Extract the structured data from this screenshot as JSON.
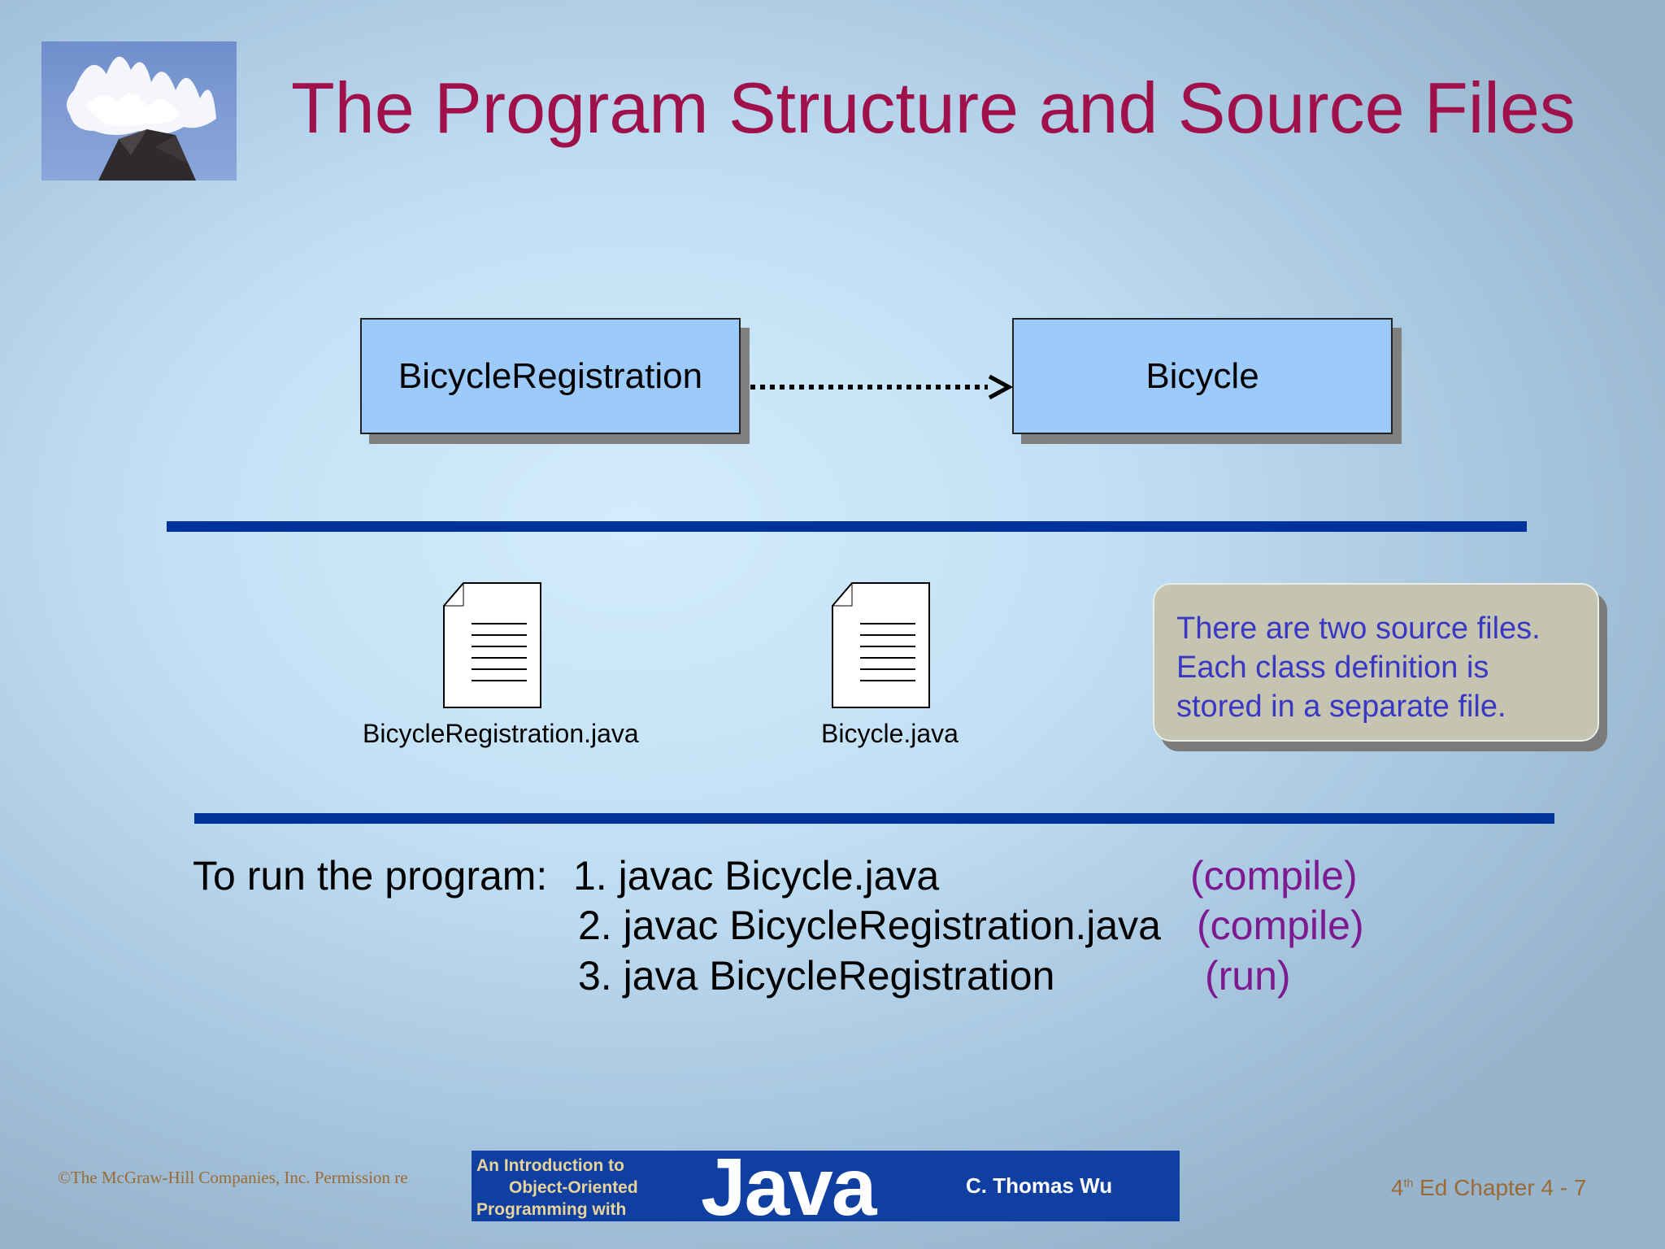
{
  "slide": {
    "title": "The Program Structure and Source Files"
  },
  "diagram": {
    "class_left": "BicycleRegistration",
    "class_right": "Bicycle"
  },
  "files": [
    {
      "label": "BicycleRegistration.java"
    },
    {
      "label": "Bicycle.java"
    }
  ],
  "note": {
    "lines": [
      "There are two source files.",
      "Each class definition is",
      "stored in a separate file."
    ]
  },
  "run": {
    "intro": "To run the program:",
    "steps": [
      {
        "command": "1. javac Bicycle.java",
        "tag": "(compile)"
      },
      {
        "command": "2. javac BicycleRegistration.java",
        "tag": "(compile)"
      },
      {
        "command": "3. java BicycleRegistration",
        "tag": "(run)"
      }
    ]
  },
  "footer": {
    "copyright": "©The McGraw-Hill Companies, Inc. Permission re",
    "banner": {
      "intro_lines": [
        "An Introduction to",
        "Object-Oriented",
        "Programming with"
      ],
      "java": "Java",
      "author": "C. Thomas Wu"
    },
    "edition_number": "4",
    "edition_suffix": "th",
    "page_label": " Ed Chapter 4 - 7"
  },
  "colors": {
    "title": "#a0104a",
    "rule": "#003399",
    "class_box": "#9ccafa",
    "note_bg": "#c5c4b0",
    "note_text": "#3a37c5",
    "tag_text": "#7d1a8f",
    "footer_text": "#9c6a34"
  }
}
